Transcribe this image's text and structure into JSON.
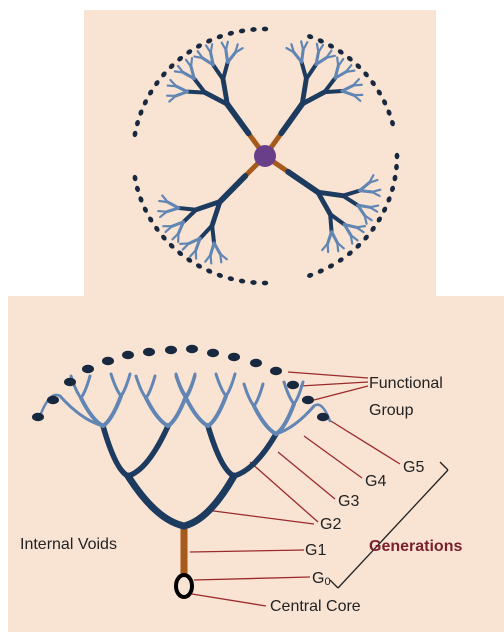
{
  "colors": {
    "background": "#f9e4d4",
    "trunk": "#a65a1b",
    "core": "#6a3f8a",
    "branch_dark": "#1d3a5f",
    "branch_light": "#6286b3",
    "end_group": "#17283f",
    "leader_line": "#9b2a2a",
    "generations_text": "#7a1f2b"
  },
  "labels": {
    "functional_group_line1": "Functional",
    "functional_group_line2": "Group",
    "g5": "G5",
    "g4": "G4",
    "g3": "G3",
    "g2": "G2",
    "g1": "G1",
    "g0_main": "G",
    "g0_sub": "0",
    "internal_voids": "Internal Voids",
    "generations": "Generations",
    "central_core": "Central Core"
  }
}
